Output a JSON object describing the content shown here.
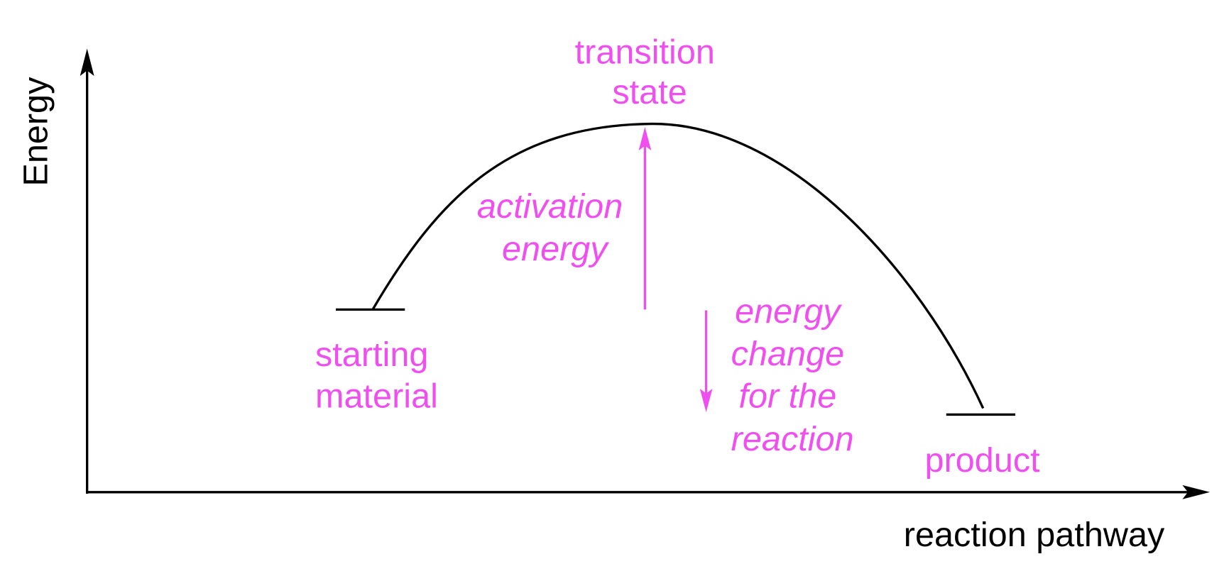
{
  "axes": {
    "y_label": "Energy",
    "x_label": "reaction pathway"
  },
  "labels": {
    "transition_state": [
      "transition",
      "state"
    ],
    "activation_energy": [
      "activation",
      "energy"
    ],
    "starting_material": [
      "starting",
      "material"
    ],
    "energy_change": [
      "energy",
      "change",
      "for the",
      "reaction"
    ],
    "product": "product"
  },
  "colors": {
    "annotation": "#EF4FEF",
    "curve": "#000000"
  }
}
